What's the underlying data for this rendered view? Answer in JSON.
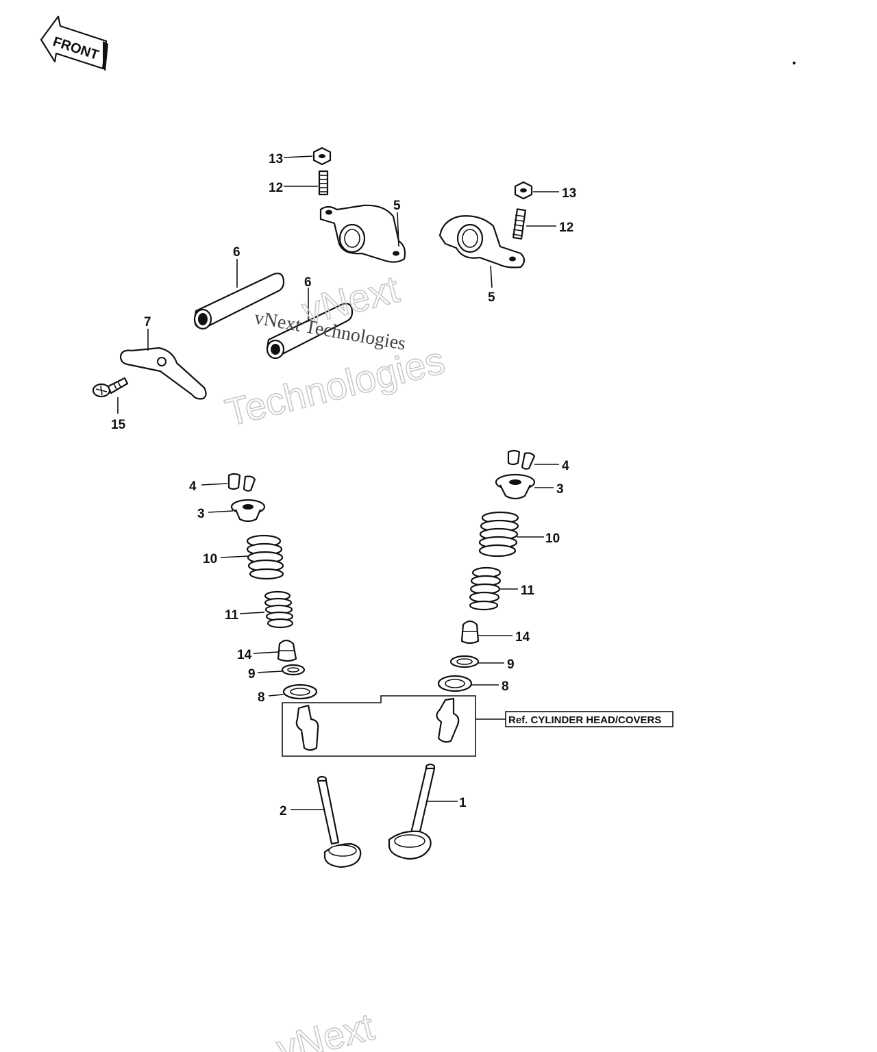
{
  "front_arrow": "FRONT",
  "reference_box": "Ref. CYLINDER HEAD/COVERS",
  "watermark": {
    "outline_line1": "vNext",
    "outline_line2": "Technologies",
    "overlay": "vNext Technologies"
  },
  "callouts": [
    {
      "id": "c13a",
      "text": "13"
    },
    {
      "id": "c12a",
      "text": "12"
    },
    {
      "id": "c5a",
      "text": "5"
    },
    {
      "id": "c13b",
      "text": "13"
    },
    {
      "id": "c12b",
      "text": "12"
    },
    {
      "id": "c5b",
      "text": "5"
    },
    {
      "id": "c6a",
      "text": "6"
    },
    {
      "id": "c6b",
      "text": "6"
    },
    {
      "id": "c7",
      "text": "7"
    },
    {
      "id": "c15",
      "text": "15"
    },
    {
      "id": "c4a",
      "text": "4"
    },
    {
      "id": "c3a",
      "text": "3"
    },
    {
      "id": "c10a",
      "text": "10"
    },
    {
      "id": "c11a",
      "text": "11"
    },
    {
      "id": "c14a",
      "text": "14"
    },
    {
      "id": "c9a",
      "text": "9"
    },
    {
      "id": "c8a",
      "text": "8"
    },
    {
      "id": "c4b",
      "text": "4"
    },
    {
      "id": "c3b",
      "text": "3"
    },
    {
      "id": "c10b",
      "text": "10"
    },
    {
      "id": "c11b",
      "text": "11"
    },
    {
      "id": "c14b",
      "text": "14"
    },
    {
      "id": "c9b",
      "text": "9"
    },
    {
      "id": "c8b",
      "text": "8"
    },
    {
      "id": "c2",
      "text": "2"
    },
    {
      "id": "c1",
      "text": "1"
    }
  ]
}
